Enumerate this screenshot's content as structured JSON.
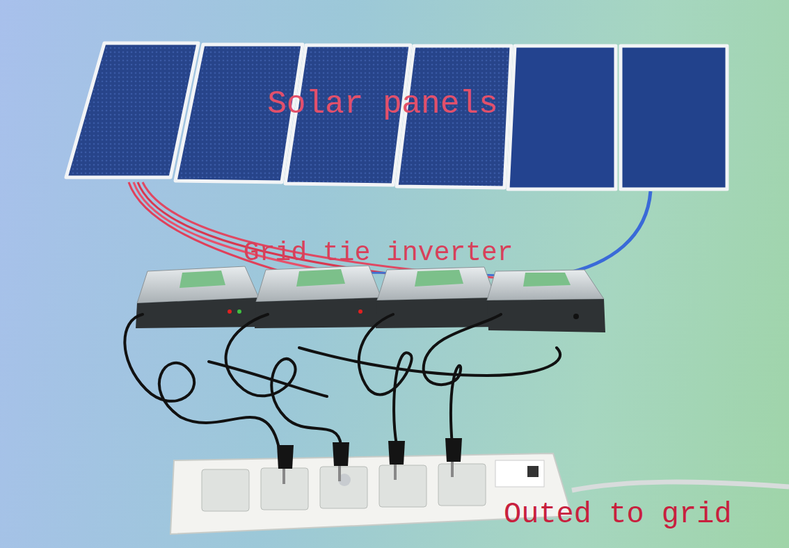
{
  "diagram": {
    "labels": [
      "Solar panels",
      "Grid tie inverter",
      "Outed to grid"
    ]
  }
}
